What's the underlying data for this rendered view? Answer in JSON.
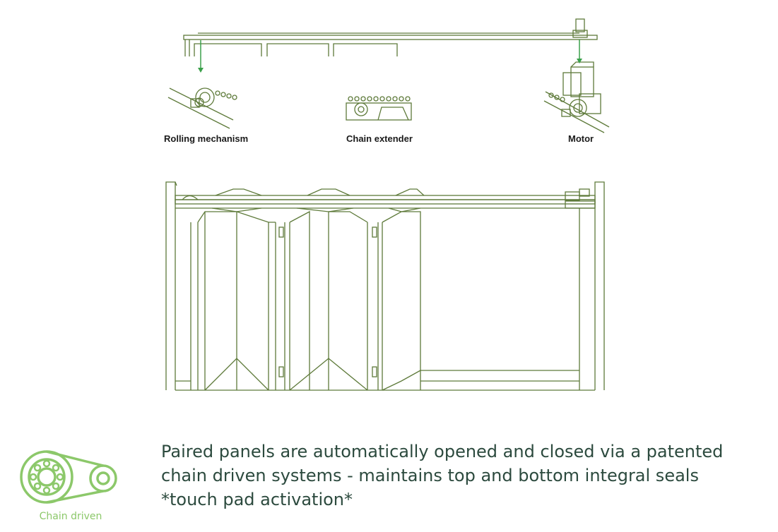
{
  "labels": {
    "rolling": "Rolling mechanism",
    "extender": "Chain extender",
    "motor": "Motor"
  },
  "description": {
    "line1": "Paired panels are automatically opened and closed via a patented",
    "line2": "chain driven systems - maintains top and bottom integral seals",
    "line3": "*touch pad activation*"
  },
  "badge": {
    "caption": "Chain driven",
    "icon": "chain-drive-icon"
  },
  "colors": {
    "line": "#5e7a3a",
    "arrow": "#3aa04a",
    "icon": "#8cc86a",
    "text": "#2c4a3e"
  }
}
